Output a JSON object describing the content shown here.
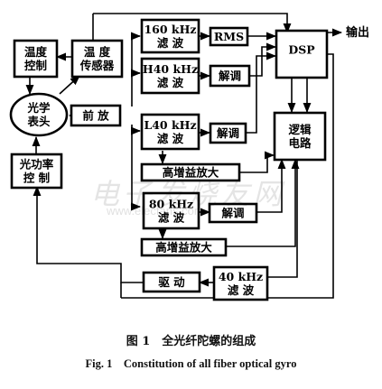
{
  "blocks": {
    "temp_control": [
      "温度",
      "控制"
    ],
    "temp_sensor": [
      "温 度",
      "传感器"
    ],
    "gyro_head": [
      "光学",
      "表头"
    ],
    "preamp": [
      "前 放"
    ],
    "power_control": [
      "光功率",
      "控 制"
    ],
    "filter_160": [
      "160 kHz",
      "滤 波"
    ],
    "filter_h40": [
      "H40 kHz",
      "滤 波"
    ],
    "filter_l40": [
      "L40 kHz",
      "滤 波"
    ],
    "filter_80": [
      "80 kHz",
      "滤 波"
    ],
    "filter_40": [
      "40 kHz",
      "滤 波"
    ],
    "rms": [
      "RMS"
    ],
    "demod_1": [
      "解调"
    ],
    "demod_2": [
      "解调"
    ],
    "demod_3": [
      "解调"
    ],
    "dsp": [
      "DSP"
    ],
    "logic": [
      "逻辑",
      "电路"
    ],
    "hg_amp_1": [
      "高增益放大"
    ],
    "hg_amp_2": [
      "高增益放大"
    ],
    "driver": [
      "驱 动"
    ]
  },
  "output_label": "输出",
  "caption": {
    "cn": "图 1　全光纤陀螺的组成",
    "en": "Fig. 1　Constitution of all fiber optical gyro"
  },
  "watermark": {
    "text": "电子发烧友网",
    "url": "www.elecfans.com"
  }
}
